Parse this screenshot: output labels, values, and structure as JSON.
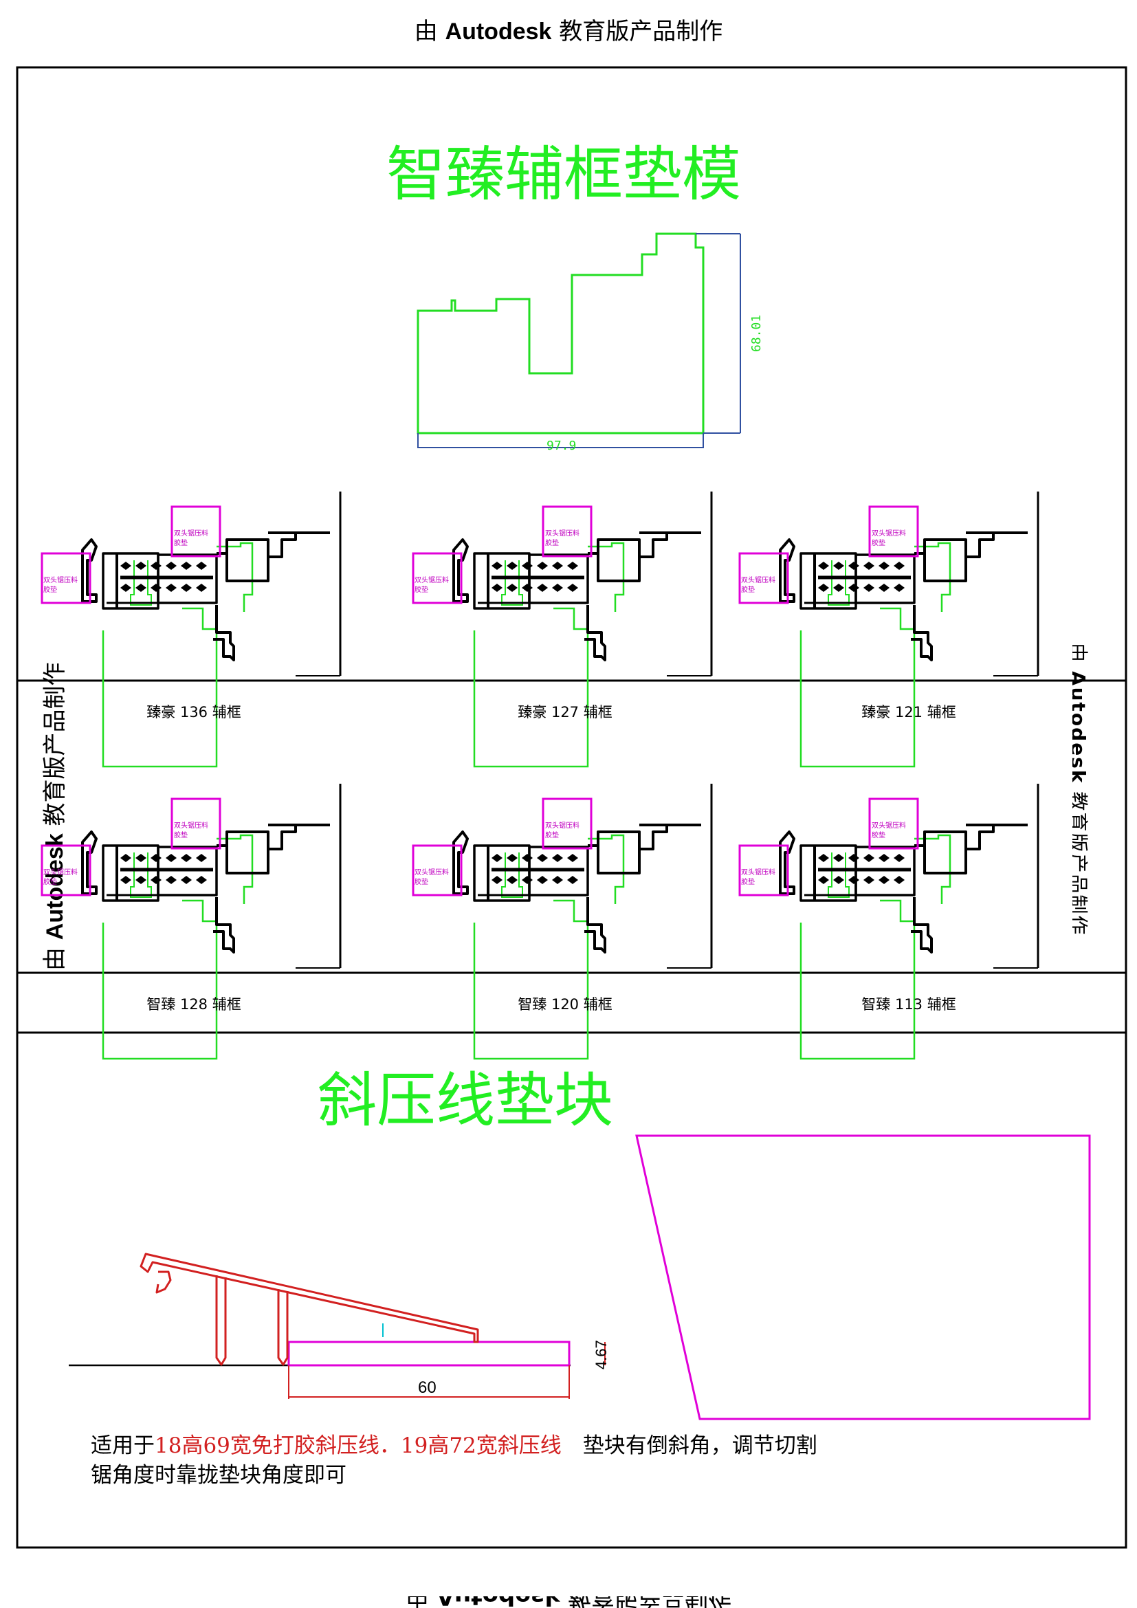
{
  "watermarks": {
    "prefix": "由",
    "brand": "Autodesk",
    "suffix": "教育版产品制作"
  },
  "section1": {
    "title": "智臻辅框垫模",
    "dims": {
      "width": "97.9",
      "height": "68.01"
    }
  },
  "profiles_row1": [
    {
      "label": "臻豪 136  辅框",
      "pad1": "双头锯压料",
      "pad2": "胶垫"
    },
    {
      "label": "臻豪 127  辅框",
      "pad1": "双头锯压料",
      "pad2": "胶垫"
    },
    {
      "label": "臻豪 121  辅框",
      "pad1": "双头锯压料",
      "pad2": "胶垫"
    }
  ],
  "profiles_row2": [
    {
      "label": "智臻 128  辅框",
      "pad1": "双头锯压料",
      "pad2": "胶垫"
    },
    {
      "label": "智臻 120  辅框",
      "pad1": "双头锯压料",
      "pad2": "胶垫"
    },
    {
      "label": "智臻 113  辅框",
      "pad1": "双头锯压料",
      "pad2": "胶垫"
    }
  ],
  "section3": {
    "title": "斜压线垫块",
    "dims": {
      "length": "60",
      "thickness": "4.67"
    },
    "note": {
      "lead": "适用于",
      "highlight": "18高69宽免打胶斜压线．19高72宽斜压线",
      "tail": "　垫块有倒斜角，调节切割",
      "line2": "锯角度时靠拢垫块角度即可"
    }
  }
}
